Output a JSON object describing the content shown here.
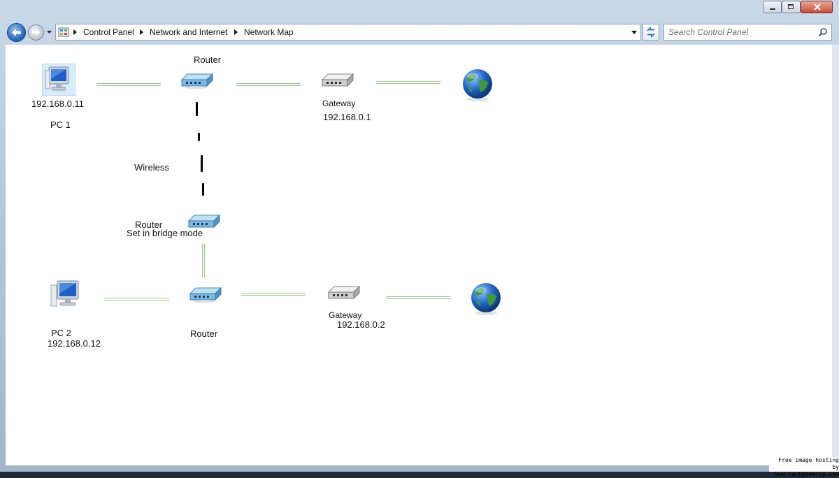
{
  "window": {
    "caption_buttons": {
      "minimize_icon": "minimize-icon",
      "maximize_icon": "maximize-icon",
      "close_icon": "close-icon"
    }
  },
  "navigation": {
    "breadcrumbs": [
      "Control Panel",
      "Network and Internet",
      "Network Map"
    ],
    "search": {
      "placeholder": "Search Control Panel"
    }
  },
  "map": {
    "top": {
      "pc_ip": "192.168.0.11",
      "pc_name": "PC 1",
      "router_label": "Router",
      "gateway_label": "Gateway",
      "gateway_ip": "192.168.0.1"
    },
    "wireless_label": "Wireless",
    "bridge": {
      "router_label": "Router",
      "mode_label": "Set in bridge mode"
    },
    "bottom": {
      "pc_name": "PC 2",
      "pc_ip": "192.168.0.12",
      "router_label": "Router",
      "gateway_label": "Gateway",
      "gateway_ip": "192.168.0.2"
    }
  },
  "watermark": {
    "line1": "Free image hosting by",
    "line2": "www.techpowerup.com"
  },
  "colors": {
    "link_line": "#9cc98a",
    "globe_ocean": "#1e63c2",
    "globe_land": "#3d9a3a"
  }
}
